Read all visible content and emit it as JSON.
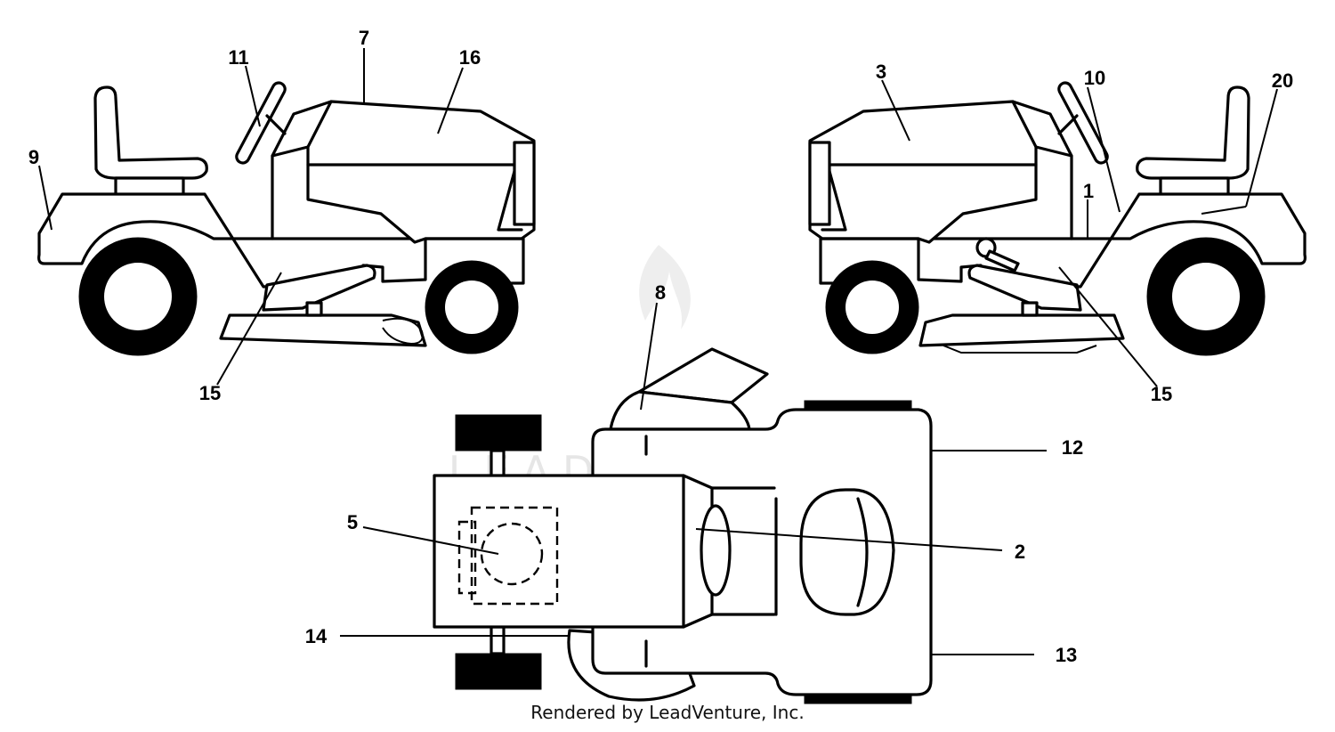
{
  "watermark": {
    "text": "LEADVENTURE"
  },
  "footer": {
    "text": "Rendered by LeadVenture, Inc."
  },
  "callouts": {
    "n1": "1",
    "n2": "2",
    "n3": "3",
    "n5": "5",
    "n7": "7",
    "n8": "8",
    "n9": "9",
    "n10": "10",
    "n11": "11",
    "n12": "12",
    "n13": "13",
    "n14": "14",
    "n15_left": "15",
    "n15_right": "15",
    "n16": "16",
    "n20": "20"
  }
}
